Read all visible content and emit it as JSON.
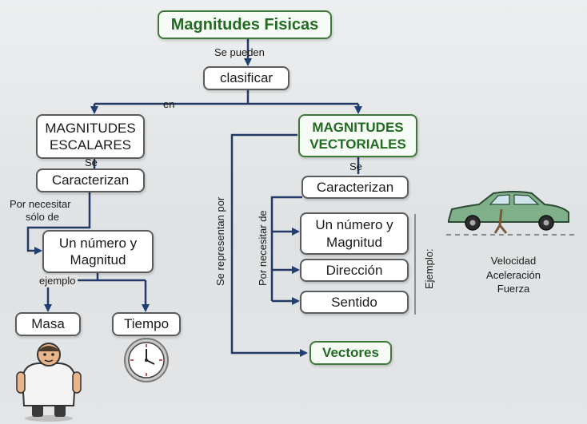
{
  "diagram": {
    "title": "Magnitudes Fisicas",
    "se_pueden": "Se pueden",
    "clasificar": "clasificar",
    "en": "en",
    "escalares": {
      "heading_line1": "MAGNITUDES",
      "heading_line2": "ESCALARES",
      "se": "Se",
      "caracterizan": "Caracterizan",
      "por_necesitar_line1": "Por necesitar",
      "por_necesitar_line2": "sólo de",
      "numero_line1": "Un número y",
      "numero_line2": "Magnitud",
      "ejemplo": "ejemplo",
      "masa": "Masa",
      "tiempo": "Tiempo"
    },
    "vectoriales": {
      "heading_line1": "MAGNITUDES",
      "heading_line2": "VECTORIALES",
      "se": "Se",
      "caracterizan": "Caracterizan",
      "por_necesitar_de": "Por necesitar de",
      "numero_line1": "Un número y",
      "numero_line2": "Magnitud",
      "direccion": "Dirección",
      "sentido": "Sentido",
      "ejemplo": "Ejemplo:",
      "se_representan_por": "Se representan por",
      "vectores": "Vectores",
      "examples": [
        "Velocidad",
        "Aceleración",
        "Fuerza"
      ]
    }
  },
  "colors": {
    "green_border": "#3d7a3a",
    "green_text": "#226b22",
    "arrow": "#1f3f72",
    "line": "#233a66"
  },
  "icons": [
    "clock-icon",
    "person-icon",
    "car-icon"
  ]
}
